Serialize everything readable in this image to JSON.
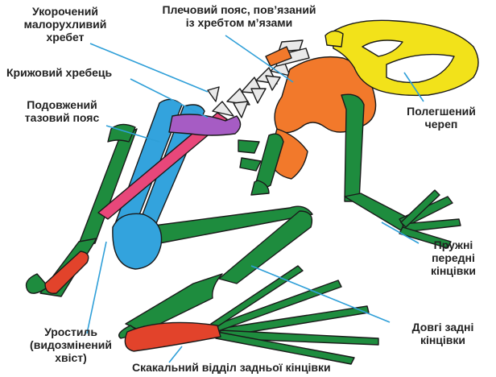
{
  "labels": {
    "short_spine": [
      "Укорочений",
      "малорухливий",
      "хребет"
    ],
    "shoulder_girdle": [
      "Плечовий пояс, пов’язаний",
      "із хребтом м’язами"
    ],
    "sacral_vertebra": [
      "Крижовий хребець"
    ],
    "pelvic_girdle": [
      "Подовжений",
      "тазовий пояс"
    ],
    "light_skull": [
      "Полегшений",
      "череп"
    ],
    "front_limbs": [
      "Пружні",
      "передні",
      "кінцівки"
    ],
    "urostyle": [
      "Уростиль",
      "(видозмінений",
      "хвіст)"
    ],
    "hind_limbs": [
      "Довгі задні",
      "кінцівки"
    ],
    "jumping_section": [
      "Скакальний відділ задньої кінцівки"
    ]
  },
  "colors": {
    "skull": "#f2e21a",
    "shoulder_girdle": "#f2792b",
    "spine": "#e9e9e9",
    "sacral": "#a65cc4",
    "pelvis": "#33a3dd",
    "urostyle": "#e8477a",
    "limbs": "#1e8c3e",
    "tarsal": "#e2432b",
    "leader_line": "#2f9fd8"
  }
}
